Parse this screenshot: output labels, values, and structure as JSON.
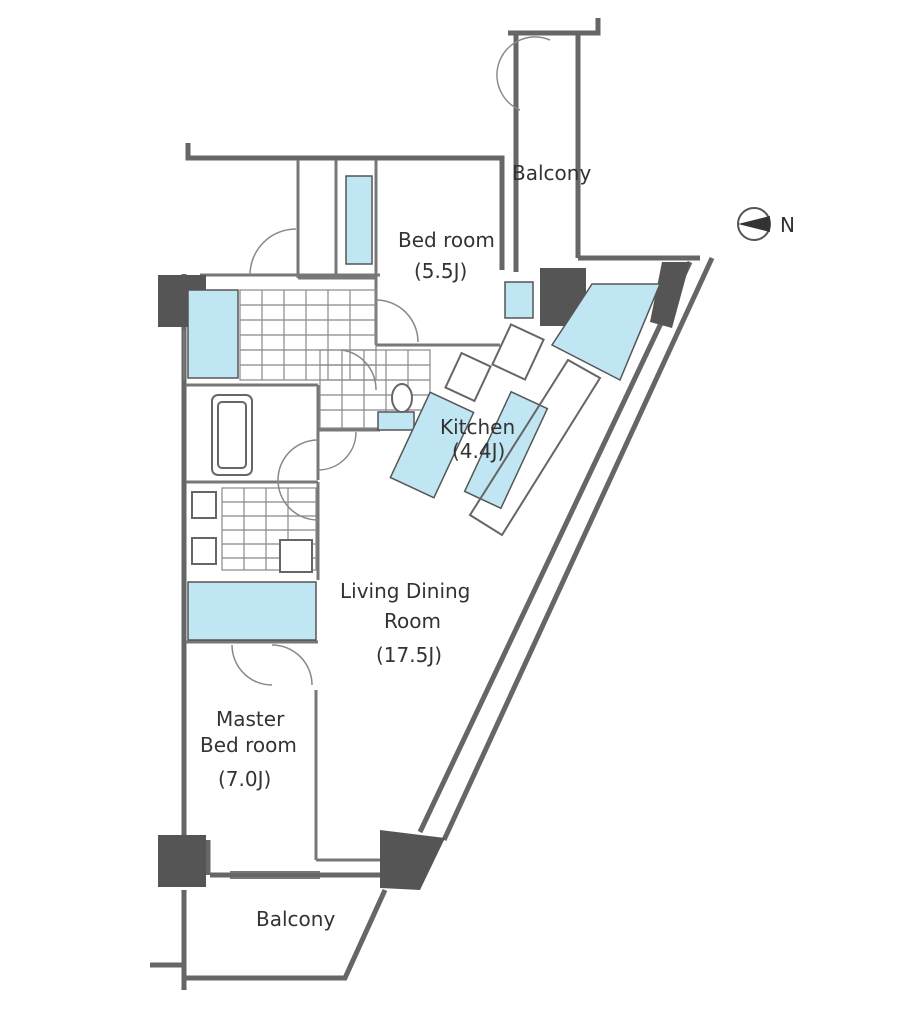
{
  "colors": {
    "wall": "#555555",
    "column": "#555555",
    "fixture": "#bfe6f2",
    "line": "#666666",
    "text": "#333333"
  },
  "compass": {
    "north_label": "N"
  },
  "rooms": {
    "balcony_top": {
      "label": "Balcony"
    },
    "bedroom": {
      "line1": "Bed room",
      "line2": "(5.5J)"
    },
    "kitchen": {
      "line1": "Kitchen",
      "line2": "(4.4J)"
    },
    "living": {
      "line1": "Living Dining",
      "line2": "Room",
      "line3": "(17.5J)"
    },
    "master": {
      "line1": "Master",
      "line2": "Bed room",
      "line3": "(7.0J)"
    },
    "balcony_bottom": {
      "label": "Balcony"
    }
  }
}
